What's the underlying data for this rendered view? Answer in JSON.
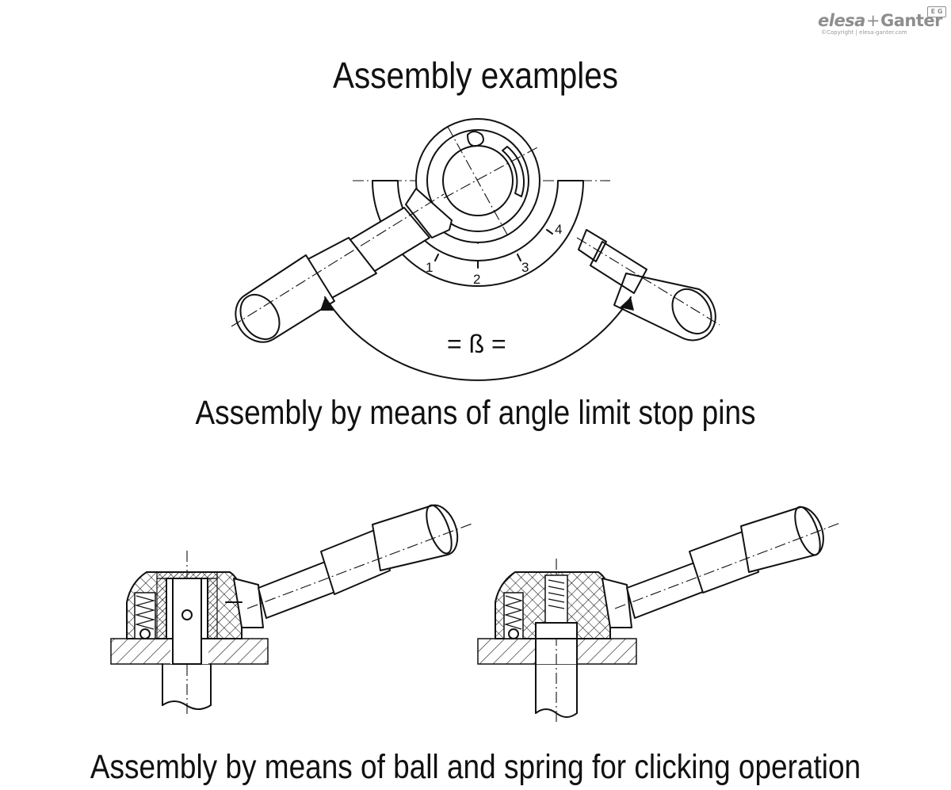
{
  "brand": {
    "name_part1": "elesa",
    "name_sep": "+",
    "name_part2": "Ganter",
    "badge": "E G",
    "copyright": "©Copyright | elesa-ganter.com"
  },
  "title": "Assembly examples",
  "figure_angle_stop": {
    "scale_marks": [
      "1",
      "2",
      "3",
      "4"
    ],
    "angle_label": "= ß =",
    "caption": "Assembly by means of angle limit stop pins"
  },
  "figure_ball_spring": {
    "caption": "Assembly by means of ball and spring for clicking operation"
  }
}
